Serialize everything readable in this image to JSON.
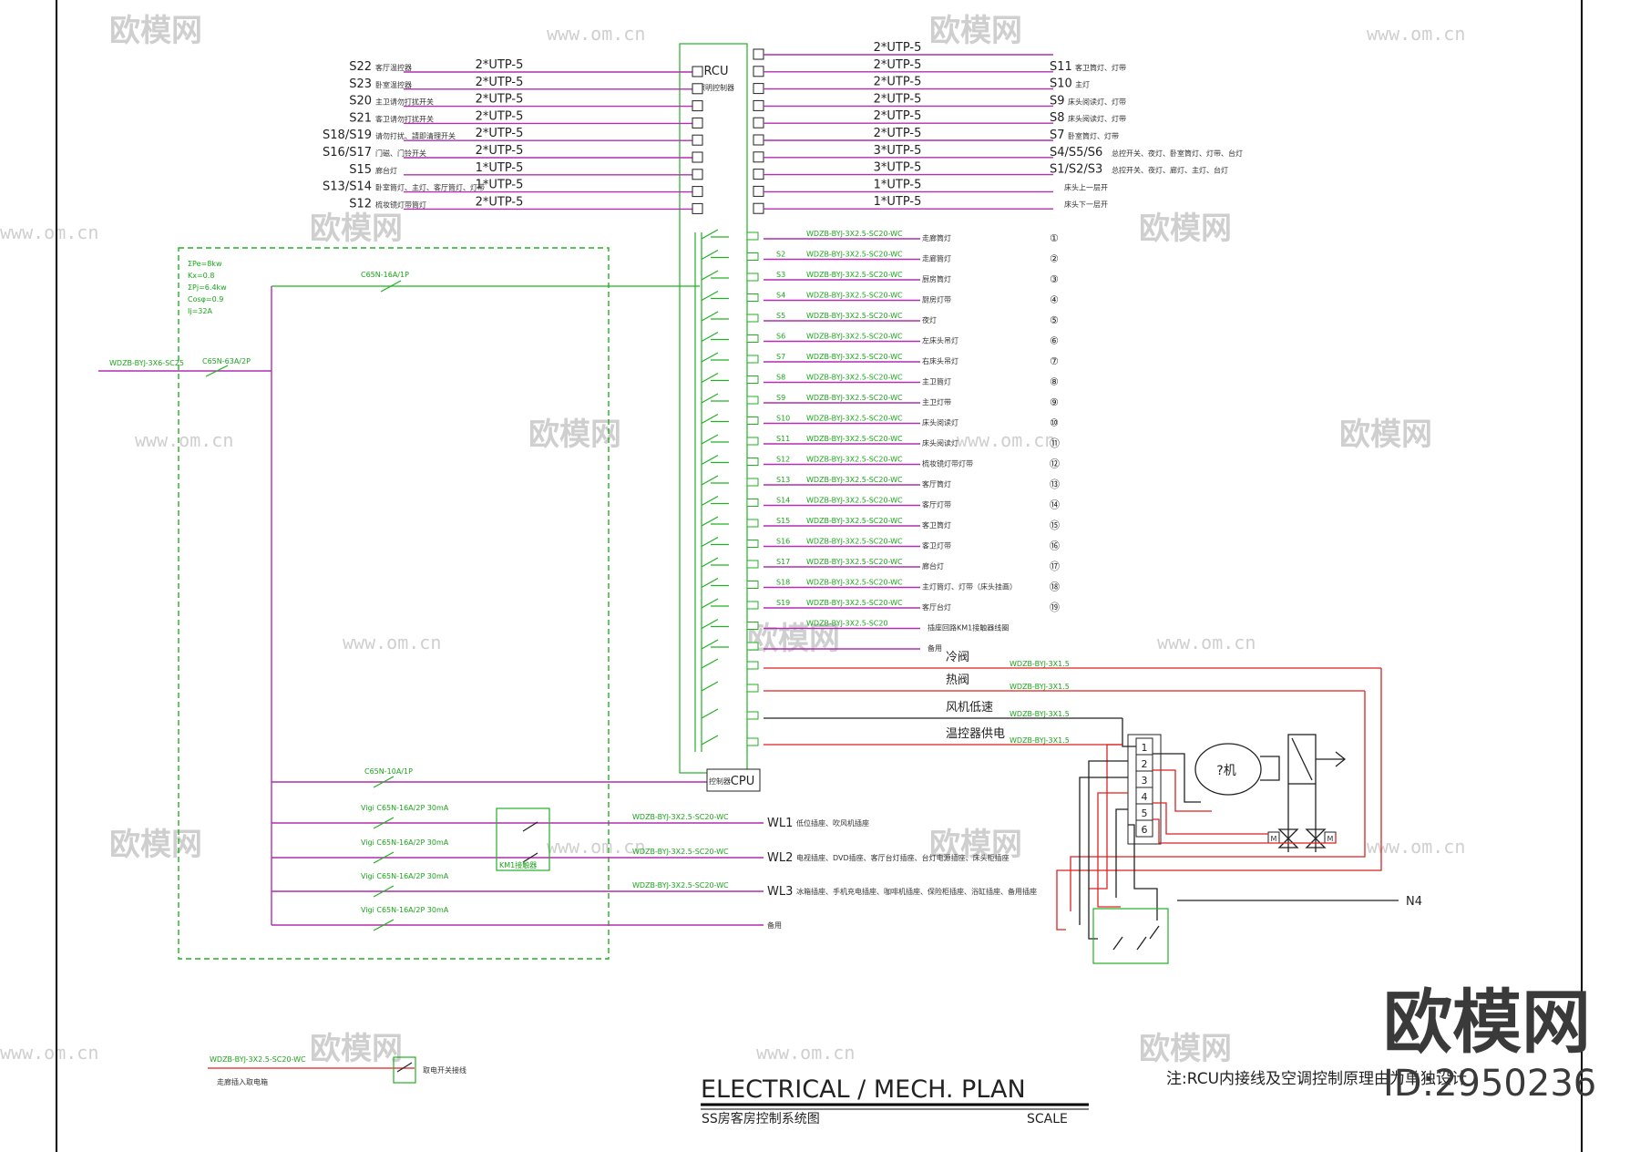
{
  "title": {
    "main": "ELECTRICAL / MECH. PLAN",
    "sub": "SS房客房控制系统图",
    "scale": "SCALE"
  },
  "note": "注:RCU内接线及空调控制原理由为单独设计",
  "watermark": {
    "brand": "欧模网",
    "url": "www.om.cn",
    "corner_brand": "欧模网",
    "id": "ID:2950236"
  },
  "rcu": {
    "label": "RCU",
    "sublabel": "照明控制器",
    "cpu": "CPU",
    "cpu_prefix": "控制器"
  },
  "left_inputs": [
    {
      "id": "S22",
      "desc": "客厅温控器",
      "cable": "2*UTP-5"
    },
    {
      "id": "S23",
      "desc": "卧室温控器",
      "cable": "2*UTP-5"
    },
    {
      "id": "S20",
      "desc": "主卫请勿打扰开关",
      "cable": "2*UTP-5"
    },
    {
      "id": "S21",
      "desc": "客卫请勿打扰开关",
      "cable": "2*UTP-5"
    },
    {
      "id": "S18/S19",
      "desc": "请勿打扰、請即清理开关",
      "cable": "2*UTP-5"
    },
    {
      "id": "S16/S17",
      "desc": "门磁、门铃开关",
      "cable": "2*UTP-5"
    },
    {
      "id": "S15",
      "desc": "廊台灯",
      "cable": "1*UTP-5"
    },
    {
      "id": "S13/S14",
      "desc": "卧室筒灯、主灯、客厅筒灯、灯带",
      "cable": "1*UTP-5"
    },
    {
      "id": "S12",
      "desc": "梳妆镜灯带筒灯",
      "cable": "2*UTP-5"
    }
  ],
  "right_inputs": [
    {
      "id": "",
      "desc": "",
      "cable": "2*UTP-5"
    },
    {
      "id": "S11",
      "desc": "客卫筒灯、灯带",
      "cable": "2*UTP-5"
    },
    {
      "id": "S10",
      "desc": "主灯",
      "cable": "2*UTP-5"
    },
    {
      "id": "S9",
      "desc": "床头阅读灯、灯带",
      "cable": "2*UTP-5"
    },
    {
      "id": "S8",
      "desc": "床头阅读灯、灯带",
      "cable": "2*UTP-5"
    },
    {
      "id": "S7",
      "desc": "卧室筒灯、灯带",
      "cable": "2*UTP-5"
    },
    {
      "id": "S4/S5/S6",
      "desc": "总控开关、夜灯、卧室筒灯、灯带、台灯",
      "cable": "3*UTP-5"
    },
    {
      "id": "S1/S2/S3",
      "desc": "总控开关、夜灯、廊灯、主灯、台灯",
      "cable": "3*UTP-5"
    },
    {
      "id": "",
      "desc": "床头上一层开",
      "cable": "1*UTP-5"
    },
    {
      "id": "",
      "desc": "床头下一层开",
      "cable": "1*UTP-5"
    }
  ],
  "circuits": [
    {
      "no": "",
      "cable": "WDZB-BYJ-3X2.5-SC20-WC",
      "desc": "走廊筒灯",
      "tag": "①"
    },
    {
      "no": "S2",
      "cable": "WDZB-BYJ-3X2.5-SC20-WC",
      "desc": "走廊筒灯",
      "tag": "②"
    },
    {
      "no": "S3",
      "cable": "WDZB-BYJ-3X2.5-SC20-WC",
      "desc": "厨房筒灯",
      "tag": "③"
    },
    {
      "no": "S4",
      "cable": "WDZB-BYJ-3X2.5-SC20-WC",
      "desc": "厨房灯带",
      "tag": "④"
    },
    {
      "no": "S5",
      "cable": "WDZB-BYJ-3X2.5-SC20-WC",
      "desc": "夜灯",
      "tag": "⑤"
    },
    {
      "no": "S6",
      "cable": "WDZB-BYJ-3X2.5-SC20-WC",
      "desc": "左床头吊灯",
      "tag": "⑥"
    },
    {
      "no": "S7",
      "cable": "WDZB-BYJ-3X2.5-SC20-WC",
      "desc": "右床头吊灯",
      "tag": "⑦"
    },
    {
      "no": "S8",
      "cable": "WDZB-BYJ-3X2.5-SC20-WC",
      "desc": "主卫筒灯",
      "tag": "⑧"
    },
    {
      "no": "S9",
      "cable": "WDZB-BYJ-3X2.5-SC20-WC",
      "desc": "主卫灯带",
      "tag": "⑨"
    },
    {
      "no": "S10",
      "cable": "WDZB-BYJ-3X2.5-SC20-WC",
      "desc": "床头阅读灯",
      "tag": "⑩"
    },
    {
      "no": "S11",
      "cable": "WDZB-BYJ-3X2.5-SC20-WC",
      "desc": "床头阅读灯",
      "tag": "⑪"
    },
    {
      "no": "S12",
      "cable": "WDZB-BYJ-3X2.5-SC20-WC",
      "desc": "梳妆镜灯带灯带",
      "tag": "⑫"
    },
    {
      "no": "S13",
      "cable": "WDZB-BYJ-3X2.5-SC20-WC",
      "desc": "客厅筒灯",
      "tag": "⑬"
    },
    {
      "no": "S14",
      "cable": "WDZB-BYJ-3X2.5-SC20-WC",
      "desc": "客厅灯带",
      "tag": "⑭"
    },
    {
      "no": "S15",
      "cable": "WDZB-BYJ-3X2.5-SC20-WC",
      "desc": "客卫筒灯",
      "tag": "⑮"
    },
    {
      "no": "S16",
      "cable": "WDZB-BYJ-3X2.5-SC20-WC",
      "desc": "客卫灯带",
      "tag": "⑯"
    },
    {
      "no": "S17",
      "cable": "WDZB-BYJ-3X2.5-SC20-WC",
      "desc": "廊台灯",
      "tag": "⑰"
    },
    {
      "no": "S18",
      "cable": "WDZB-BYJ-3X2.5-SC20-WC",
      "desc": "主灯筒灯、灯带（床头挂画）",
      "tag": "⑱"
    },
    {
      "no": "S19",
      "cable": "WDZB-BYJ-3X2.5-SC20-WC",
      "desc": "客厅台灯",
      "tag": "⑲"
    }
  ],
  "extra_circuits": [
    {
      "desc": "插座回路KM1接触器线圈",
      "cable": "WDZB-BYJ-3X2.5-SC20"
    },
    {
      "desc": "备用",
      "cable": ""
    }
  ],
  "hvac_circuits": [
    {
      "label": "冷阀",
      "cable": "WDZB-BYJ-3X1.5"
    },
    {
      "label": "热阀",
      "cable": "WDZB-BYJ-3X1.5"
    },
    {
      "label": "风机低速",
      "cable": "WDZB-BYJ-3X1.5"
    },
    {
      "label": "温控器供电",
      "cable": "WDZB-BYJ-3X1.5"
    }
  ],
  "fan_coil": {
    "label": "?机",
    "terminals": [
      "1",
      "2",
      "3",
      "4",
      "5",
      "6"
    ],
    "neutral": "N4"
  },
  "distribution": {
    "params": [
      "ΣPe=8kw",
      "Kx=0.8",
      "ΣPj=6.4kw",
      "Cosφ=0.9",
      "Ij=32A"
    ],
    "incoming": "WDZB-BYJ-3X6-SC25",
    "main_breaker": "C65N-63A/2P",
    "top_breaker": "C65N-16A/1P",
    "cpu_breaker": "C65N-10A/1P",
    "km1": "KM1接触器",
    "outgoing": [
      {
        "id": "WL1",
        "breaker": "Vigi C65N-16A/2P 30mA",
        "cable": "WDZB-BYJ-3X2.5-SC20-WC",
        "desc": "低位插座、吹风机插座"
      },
      {
        "id": "WL2",
        "breaker": "Vigi C65N-16A/2P 30mA",
        "cable": "WDZB-BYJ-3X2.5-SC20-WC",
        "desc": "电视插座、DVD插座、客厅台灯插座、台灯电源插座、床头柜插座"
      },
      {
        "id": "WL3",
        "breaker": "Vigi C65N-16A/2P 30mA",
        "cable": "WDZB-BYJ-3X2.5-SC20-WC",
        "desc": "冰箱插座、手机充电插座、咖啡机插座、保险柜插座、浴缸插座、备用插座"
      },
      {
        "id": "",
        "breaker": "Vigi C65N-16A/2P 30mA",
        "cable": "",
        "desc": "备用"
      }
    ],
    "card_switch": {
      "cable": "WDZB-BYJ-3X2.5-SC20-WC",
      "left_desc": "走廊插入取电箱",
      "right_desc": "取电开关接线"
    }
  }
}
